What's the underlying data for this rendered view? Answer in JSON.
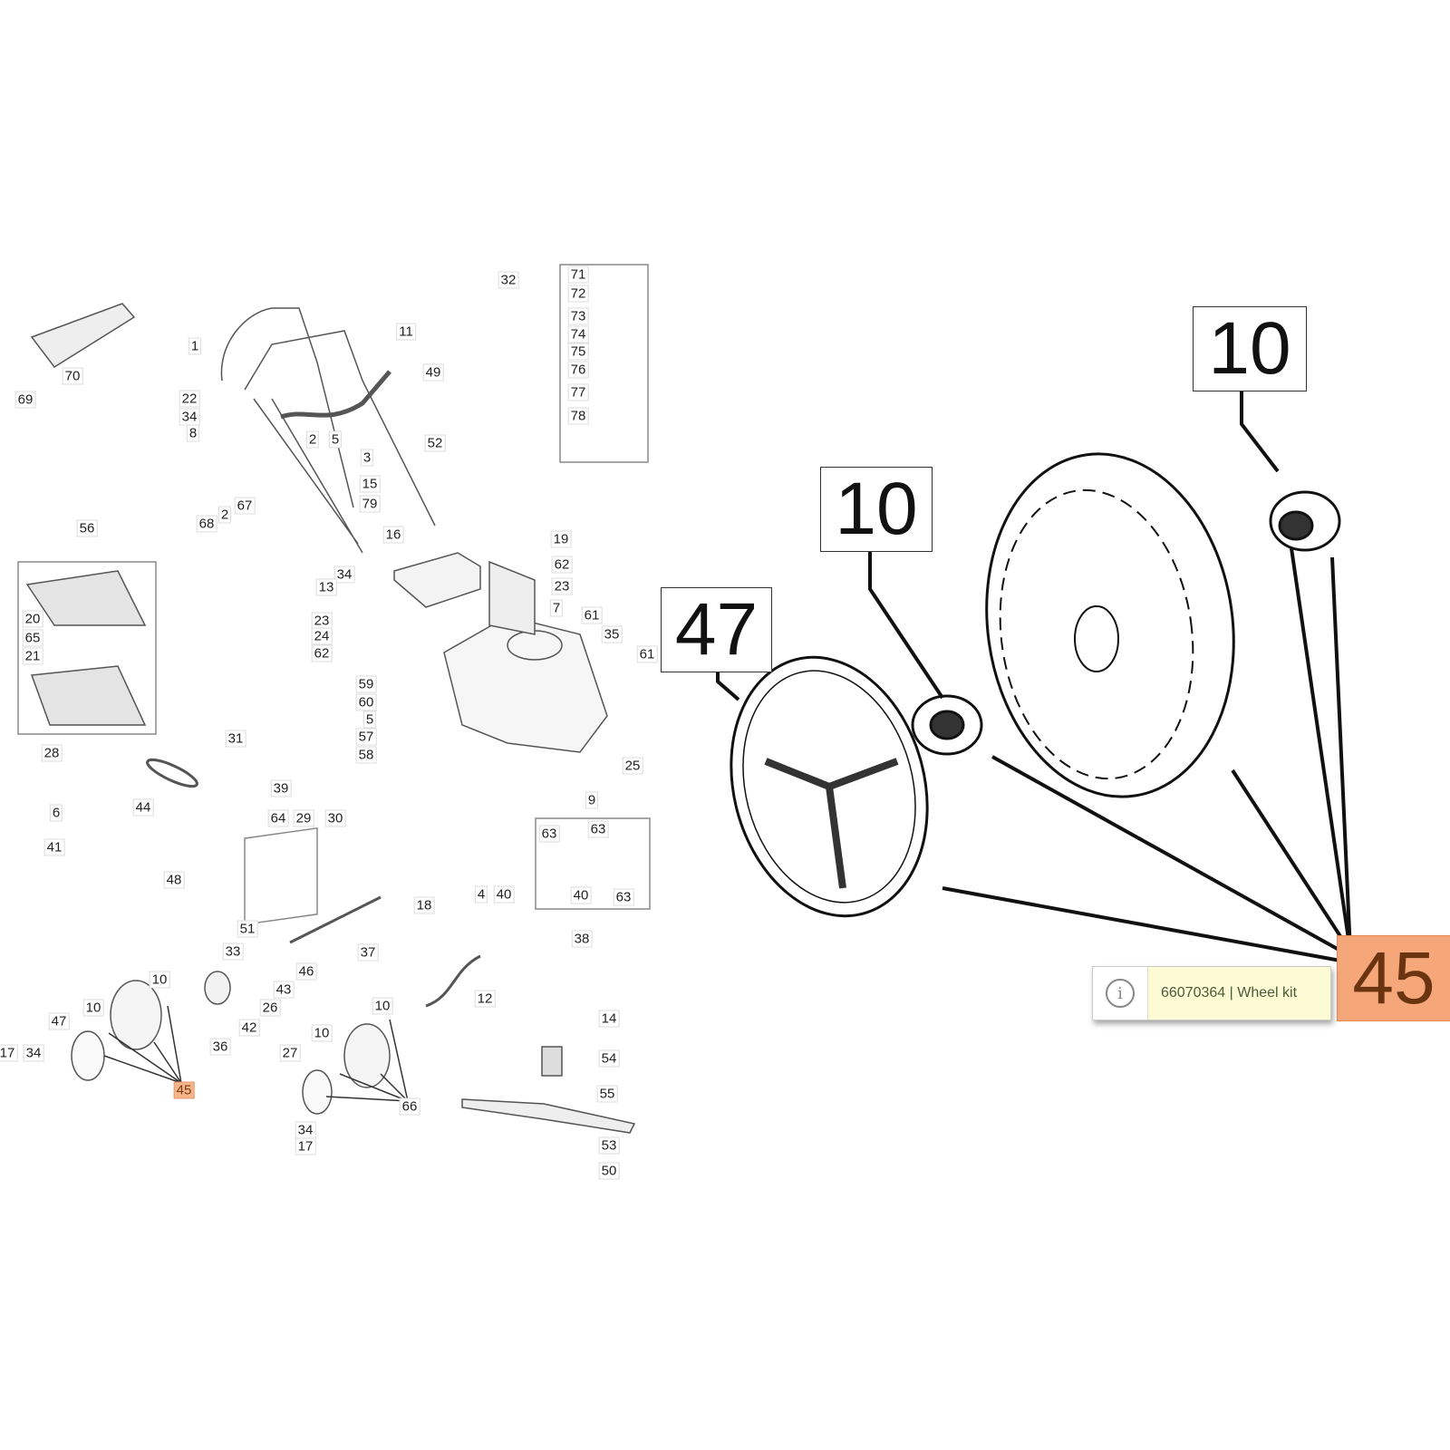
{
  "callouts": [
    "70",
    "69",
    "1",
    "11",
    "49",
    "22",
    "34",
    "8",
    "2",
    "5",
    "52",
    "3",
    "15",
    "79",
    "67",
    "2",
    "68",
    "16",
    "19",
    "62",
    "23",
    "34",
    "13",
    "56",
    "20",
    "65",
    "21",
    "23",
    "24",
    "62",
    "7",
    "61",
    "35",
    "61",
    "59",
    "60",
    "5",
    "57",
    "58",
    "25",
    "32",
    "71",
    "72",
    "73",
    "74",
    "75",
    "76",
    "77",
    "78",
    "31",
    "28",
    "39",
    "64",
    "29",
    "30",
    "6",
    "44",
    "41",
    "48",
    "9",
    "63",
    "63",
    "4",
    "40",
    "40",
    "63",
    "18",
    "51",
    "33",
    "37",
    "46",
    "43",
    "26",
    "42",
    "36",
    "10",
    "10",
    "47",
    "17",
    "34",
    "45",
    "10",
    "10",
    "27",
    "66",
    "34",
    "17",
    "12",
    "14",
    "54",
    "55",
    "53",
    "50",
    "38"
  ],
  "highlighted_callout": "45",
  "detail": {
    "bushing_right": "10",
    "bushing_left": "10",
    "hubcap": "47",
    "kit": "45"
  },
  "tooltip": {
    "icon": "info-icon",
    "text": "66070364 | Wheel kit"
  },
  "colors": {
    "highlight": "#f5a77a",
    "tooltip_bg": "#fcfbd3"
  }
}
